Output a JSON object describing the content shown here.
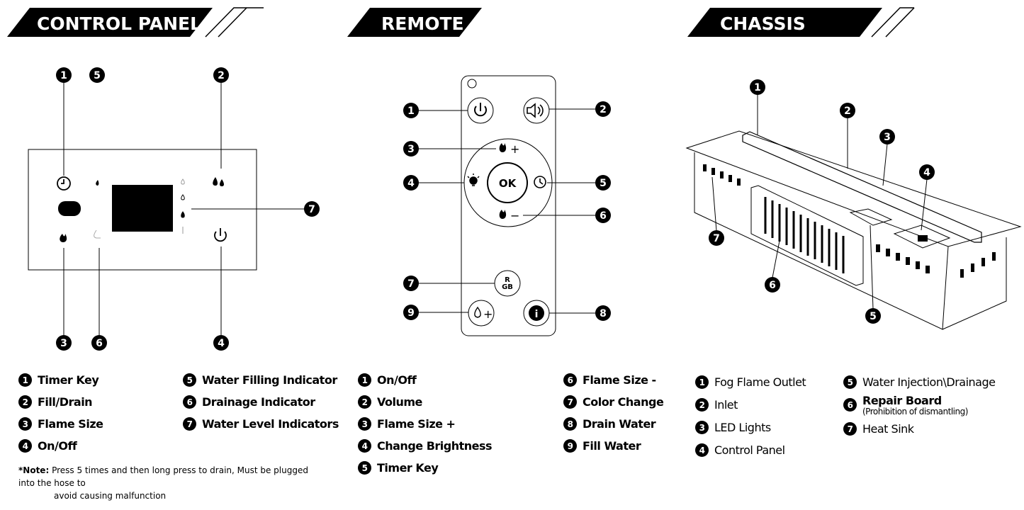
{
  "headers": {
    "control_panel": "CONTROL PANEL",
    "remote": "REMOTE",
    "chassis": "CHASSIS"
  },
  "colors": {
    "ink": "#000000",
    "background": "#ffffff"
  },
  "control_panel": {
    "icons": [
      "timer-icon",
      "flame-icon",
      "drop-icon",
      "double-drop-icon",
      "power-icon",
      "drain-icon",
      "water-level-icons"
    ],
    "legend": [
      {
        "n": "1",
        "label": "Timer Key"
      },
      {
        "n": "2",
        "label": "Fill/Drain"
      },
      {
        "n": "3",
        "label": "Flame Size"
      },
      {
        "n": "4",
        "label": "On/Off"
      },
      {
        "n": "5",
        "label": "Water Filling Indicator"
      },
      {
        "n": "6",
        "label": "Drainage Indicator"
      },
      {
        "n": "7",
        "label": "Water Level Indicators"
      }
    ],
    "note_label": "*Note:",
    "note_text": "Press 5 times and then long press to drain, Must be plugged into the hose  to",
    "note_text2": "avoid  causing malfunction"
  },
  "remote": {
    "ok_label": "OK",
    "flame_plus": "+",
    "flame_minus": "−",
    "rgb_r": "R",
    "rgb_gb": "GB",
    "info": "i",
    "fill_plus": "+",
    "legend": [
      {
        "n": "1",
        "label": "On/Off"
      },
      {
        "n": "2",
        "label": "Volume"
      },
      {
        "n": "3",
        "label": "Flame Size +"
      },
      {
        "n": "4",
        "label": "Change Brightness"
      },
      {
        "n": "5",
        "label": "Timer Key"
      },
      {
        "n": "6",
        "label": "Flame Size -"
      },
      {
        "n": "7",
        "label": "Color Change"
      },
      {
        "n": "8",
        "label": "Drain Water"
      },
      {
        "n": "9",
        "label": "Fill Water"
      }
    ]
  },
  "chassis": {
    "legend": [
      {
        "n": "1",
        "label": "Fog Flame Outlet"
      },
      {
        "n": "2",
        "label": "Inlet"
      },
      {
        "n": "3",
        "label": "LED Lights"
      },
      {
        "n": "4",
        "label": "Control Panel"
      },
      {
        "n": "5",
        "label": "Water Injection\\Drainage"
      },
      {
        "n": "6",
        "label": "Repair Board",
        "sub": "(Prohibition of dismantling)"
      },
      {
        "n": "7",
        "label": "Heat Sink"
      }
    ]
  }
}
